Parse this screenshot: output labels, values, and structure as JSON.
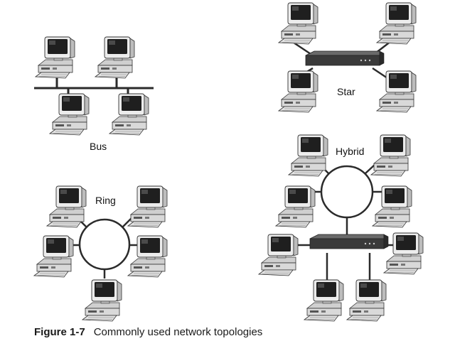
{
  "diagrams": {
    "bus": {
      "label": "Bus"
    },
    "star": {
      "label": "Star"
    },
    "ring": {
      "label": "Ring"
    },
    "hybrid": {
      "label": "Hybrid"
    }
  },
  "caption": {
    "figure": "Figure 1-7",
    "text": "Commonly used network topologies"
  },
  "icons": {
    "computer": "desktop-computer-icon",
    "hub": "network-hub-icon"
  },
  "colors": {
    "line": "#2b2b2b",
    "monitor_body": "#e6e6e6",
    "screen": "#1f1f1f",
    "hub_body": "#3a3a3a"
  }
}
